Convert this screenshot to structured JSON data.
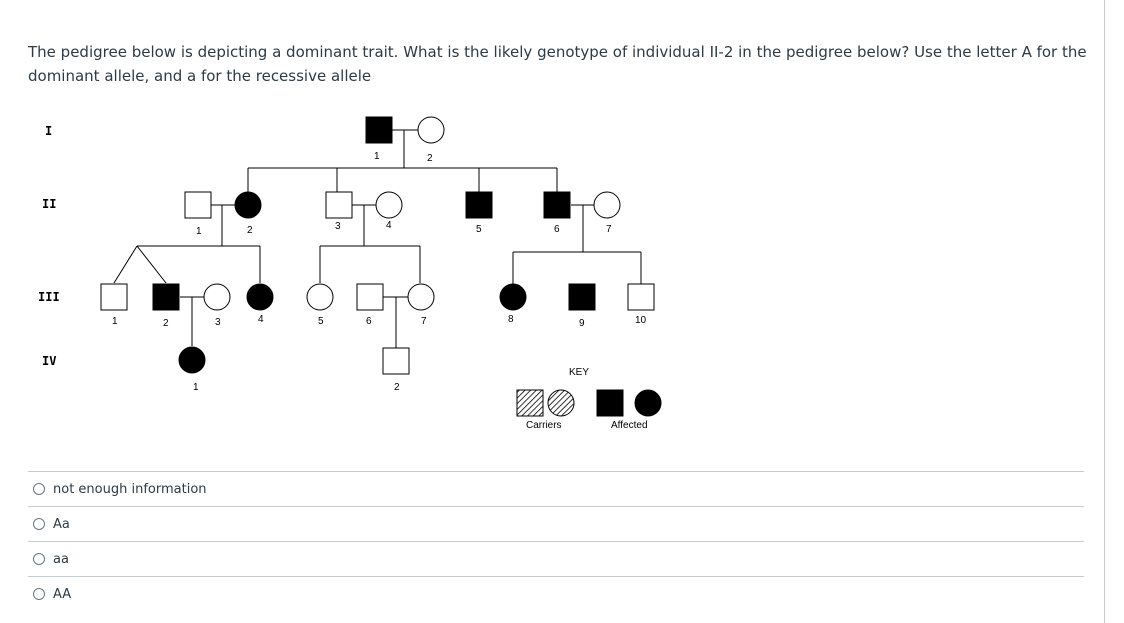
{
  "question": {
    "text": "The pedigree below is depicting a dominant trait. What is the likely genotype of individual II-2 in the pedigree below? Use the letter A for the dominant allele, and a for the recessive allele"
  },
  "pedigree": {
    "generations": [
      "I",
      "II",
      "III",
      "IV"
    ],
    "individuals": {
      "I-1": {
        "label": "1",
        "sex": "male",
        "status": "affected"
      },
      "I-2": {
        "label": "2",
        "sex": "female",
        "status": "unaffected"
      },
      "II-1": {
        "label": "1",
        "sex": "male",
        "status": "unaffected"
      },
      "II-2": {
        "label": "2",
        "sex": "female",
        "status": "affected"
      },
      "II-3": {
        "label": "3",
        "sex": "male",
        "status": "unaffected"
      },
      "II-4": {
        "label": "4",
        "sex": "female",
        "status": "unaffected"
      },
      "II-5": {
        "label": "5",
        "sex": "male",
        "status": "affected"
      },
      "II-6": {
        "label": "6",
        "sex": "male",
        "status": "affected"
      },
      "II-7": {
        "label": "7",
        "sex": "female",
        "status": "unaffected"
      },
      "III-1": {
        "label": "1",
        "sex": "male",
        "status": "unaffected"
      },
      "III-2": {
        "label": "2",
        "sex": "male",
        "status": "affected"
      },
      "III-3": {
        "label": "3",
        "sex": "female",
        "status": "unaffected"
      },
      "III-4": {
        "label": "4",
        "sex": "female",
        "status": "affected"
      },
      "III-5": {
        "label": "5",
        "sex": "female",
        "status": "unaffected"
      },
      "III-6": {
        "label": "6",
        "sex": "male",
        "status": "unaffected"
      },
      "III-7": {
        "label": "7",
        "sex": "female",
        "status": "unaffected"
      },
      "III-8": {
        "label": "8",
        "sex": "female",
        "status": "affected"
      },
      "III-9": {
        "label": "9",
        "sex": "male",
        "status": "affected"
      },
      "III-10": {
        "label": "10",
        "sex": "male",
        "status": "unaffected"
      },
      "IV-1": {
        "label": "1",
        "sex": "female",
        "status": "affected"
      },
      "IV-2": {
        "label": "2",
        "sex": "male",
        "status": "unaffected"
      }
    },
    "key": {
      "title": "KEY",
      "carriers": "Carriers",
      "affected": "Affected"
    }
  },
  "answers": [
    {
      "label": "not enough information"
    },
    {
      "label": "Aa"
    },
    {
      "label": "aa"
    },
    {
      "label": "AA"
    }
  ],
  "colors": {
    "text": "#2d3b45",
    "rule": "#c7cdd1",
    "affected": "#000000"
  }
}
